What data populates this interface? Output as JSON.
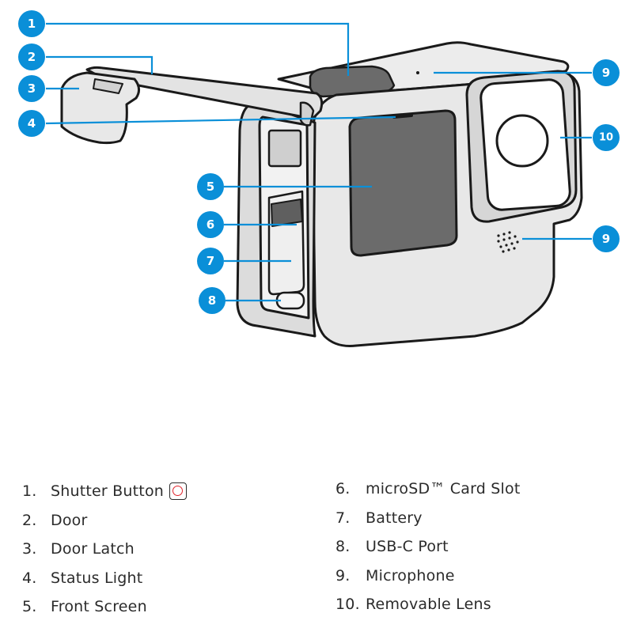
{
  "colors": {
    "badge": "#0a8fd8",
    "camera_body": "#e6e6e6",
    "screen": "#6b6b6b",
    "outline": "#1a1a1a",
    "shutter_icon": "#e0242c"
  },
  "callouts": [
    {
      "num": "1",
      "target": "Shutter Button"
    },
    {
      "num": "2",
      "target": "Door"
    },
    {
      "num": "3",
      "target": "Door Latch"
    },
    {
      "num": "4",
      "target": "Status Light"
    },
    {
      "num": "5",
      "target": "Front Screen"
    },
    {
      "num": "6",
      "target": "microSD Card Slot"
    },
    {
      "num": "7",
      "target": "Battery"
    },
    {
      "num": "8",
      "target": "USB-C Port"
    },
    {
      "num": "9",
      "target": "Microphone"
    },
    {
      "num": "10",
      "target": "Removable Lens"
    }
  ],
  "legend": {
    "left": [
      {
        "num": "1.",
        "label": "Shutter Button",
        "icon": "shutter-button-icon"
      },
      {
        "num": "2.",
        "label": "Door"
      },
      {
        "num": "3.",
        "label": "Door Latch"
      },
      {
        "num": "4.",
        "label": "Status Light"
      },
      {
        "num": "5.",
        "label": "Front Screen"
      }
    ],
    "right": [
      {
        "num": "6.",
        "label": "microSD™ Card Slot"
      },
      {
        "num": "7.",
        "label": "Battery"
      },
      {
        "num": "8.",
        "label": "USB-C Port"
      },
      {
        "num": "9.",
        "label": "Microphone"
      },
      {
        "num": "10.",
        "label": "Removable Lens"
      }
    ]
  }
}
